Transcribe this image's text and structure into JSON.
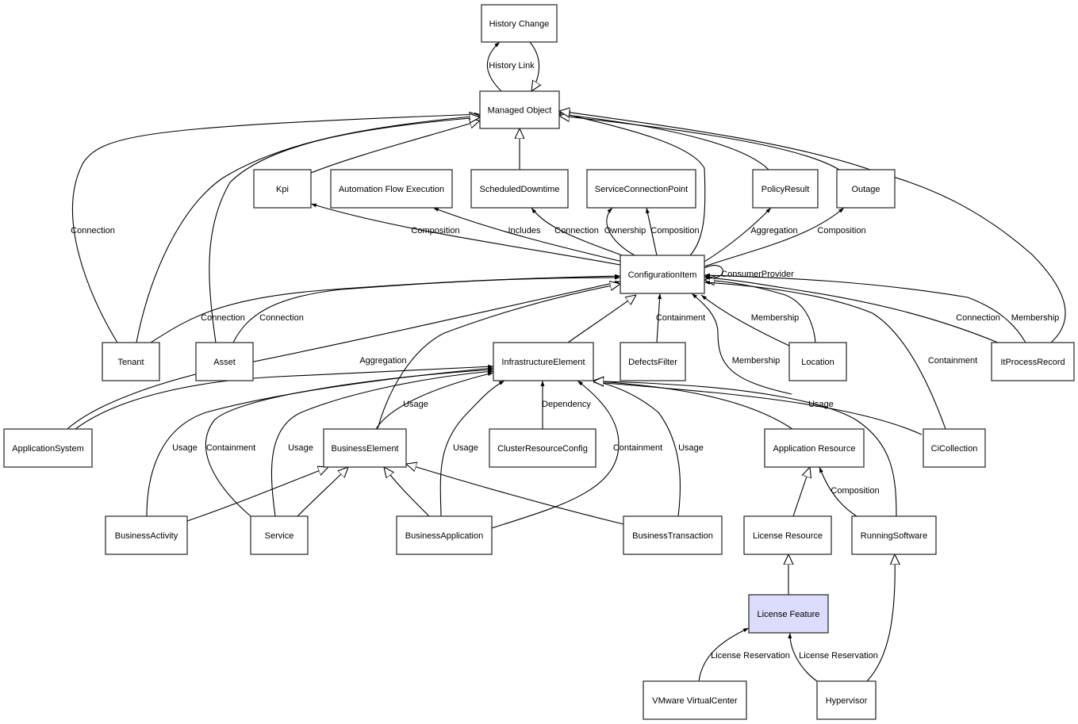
{
  "diagram": {
    "title": "Class relationship diagram",
    "highlight_fill": "#dcdcfc",
    "nodes": [
      {
        "id": "history_change",
        "label": "History Change"
      },
      {
        "id": "managed_object",
        "label": "Managed Object"
      },
      {
        "id": "kpi",
        "label": "Kpi"
      },
      {
        "id": "automation_flow_execution",
        "label": "Automation Flow Execution"
      },
      {
        "id": "scheduled_downtime",
        "label": "ScheduledDowntime"
      },
      {
        "id": "service_connection_point",
        "label": "ServiceConnectionPoint"
      },
      {
        "id": "policy_result",
        "label": "PolicyResult"
      },
      {
        "id": "outage",
        "label": "Outage"
      },
      {
        "id": "configuration_item",
        "label": "ConfigurationItem"
      },
      {
        "id": "tenant",
        "label": "Tenant"
      },
      {
        "id": "asset",
        "label": "Asset"
      },
      {
        "id": "infrastructure_element",
        "label": "InfrastructureElement"
      },
      {
        "id": "defects_filter",
        "label": "DefectsFilter"
      },
      {
        "id": "location",
        "label": "Location"
      },
      {
        "id": "it_process_record",
        "label": "ItProcessRecord"
      },
      {
        "id": "application_system",
        "label": "ApplicationSystem"
      },
      {
        "id": "business_element",
        "label": "BusinessElement"
      },
      {
        "id": "cluster_resource_config",
        "label": "ClusterResourceConfig"
      },
      {
        "id": "application_resource",
        "label": "Application Resource"
      },
      {
        "id": "ci_collection",
        "label": "CiCollection"
      },
      {
        "id": "business_activity",
        "label": "BusinessActivity"
      },
      {
        "id": "service",
        "label": "Service"
      },
      {
        "id": "business_application",
        "label": "BusinessApplication"
      },
      {
        "id": "business_transaction",
        "label": "BusinessTransaction"
      },
      {
        "id": "license_resource",
        "label": "License Resource"
      },
      {
        "id": "running_software",
        "label": "RunningSoftware"
      },
      {
        "id": "license_feature",
        "label": "License Feature",
        "highlighted": true
      },
      {
        "id": "vmware_virtualcenter",
        "label": "VMware VirtualCenter"
      },
      {
        "id": "hypervisor",
        "label": "Hypervisor"
      }
    ],
    "edges": [
      {
        "from": "managed_object",
        "to": "history_change",
        "type": "association",
        "label": "History Link"
      },
      {
        "from": "history_change",
        "to": "managed_object",
        "type": "inheritance",
        "label": ""
      },
      {
        "from": "scheduled_downtime",
        "to": "managed_object",
        "type": "inheritance",
        "label": ""
      },
      {
        "from": "kpi",
        "to": "managed_object",
        "type": "inheritance",
        "label": ""
      },
      {
        "from": "tenant",
        "to": "managed_object",
        "type": "association",
        "label": "Connection"
      },
      {
        "from": "tenant",
        "to": "managed_object",
        "type": "inheritance",
        "label": ""
      },
      {
        "from": "asset",
        "to": "managed_object",
        "type": "inheritance",
        "label": ""
      },
      {
        "from": "configuration_item",
        "to": "managed_object",
        "type": "inheritance",
        "label": ""
      },
      {
        "from": "policy_result",
        "to": "managed_object",
        "type": "inheritance",
        "label": ""
      },
      {
        "from": "outage",
        "to": "managed_object",
        "type": "inheritance",
        "label": ""
      },
      {
        "from": "it_process_record",
        "to": "managed_object",
        "type": "inheritance",
        "label": ""
      },
      {
        "from": "configuration_item",
        "to": "kpi",
        "type": "association",
        "label": "Composition"
      },
      {
        "from": "configuration_item",
        "to": "automation_flow_execution",
        "type": "association",
        "label": "Includes"
      },
      {
        "from": "configuration_item",
        "to": "scheduled_downtime",
        "type": "association",
        "label": "Connection"
      },
      {
        "from": "configuration_item",
        "to": "service_connection_point",
        "type": "association",
        "label": "Ownership"
      },
      {
        "from": "configuration_item",
        "to": "service_connection_point",
        "type": "association",
        "label": "Composition"
      },
      {
        "from": "configuration_item",
        "to": "policy_result",
        "type": "association",
        "label": "Aggregation"
      },
      {
        "from": "configuration_item",
        "to": "outage",
        "type": "association",
        "label": "Composition"
      },
      {
        "from": "configuration_item",
        "to": "configuration_item",
        "type": "association",
        "label": "ConsumerProvider"
      },
      {
        "from": "tenant",
        "to": "configuration_item",
        "type": "association",
        "label": "Connection"
      },
      {
        "from": "asset",
        "to": "configuration_item",
        "type": "association",
        "label": "Connection"
      },
      {
        "from": "application_system",
        "to": "configuration_item",
        "type": "association",
        "label": "Aggregation"
      },
      {
        "from": "business_element",
        "to": "configuration_item",
        "type": "inheritance",
        "label": ""
      },
      {
        "from": "infrastructure_element",
        "to": "configuration_item",
        "type": "inheritance",
        "label": ""
      },
      {
        "from": "defects_filter",
        "to": "configuration_item",
        "type": "association",
        "label": "Containment"
      },
      {
        "from": "ci_collection",
        "to": "configuration_item",
        "type": "association",
        "label": "Membership"
      },
      {
        "from": "location",
        "to": "configuration_item",
        "type": "association",
        "label": "Membership"
      },
      {
        "from": "location",
        "to": "configuration_item",
        "type": "inheritance",
        "label": ""
      },
      {
        "from": "ci_collection",
        "to": "configuration_item",
        "type": "association",
        "label": "Containment"
      },
      {
        "from": "it_process_record",
        "to": "configuration_item",
        "type": "association",
        "label": "Connection"
      },
      {
        "from": "it_process_record",
        "to": "configuration_item",
        "type": "association",
        "label": "Membership"
      },
      {
        "from": "application_system",
        "to": "infrastructure_element",
        "type": "association",
        "label": ""
      },
      {
        "from": "business_activity",
        "to": "infrastructure_element",
        "type": "association",
        "label": "Usage"
      },
      {
        "from": "service",
        "to": "infrastructure_element",
        "type": "association",
        "label": "Containment"
      },
      {
        "from": "service",
        "to": "infrastructure_element",
        "type": "association",
        "label": "Usage"
      },
      {
        "from": "business_element",
        "to": "infrastructure_element",
        "type": "association",
        "label": "Usage"
      },
      {
        "from": "business_application",
        "to": "infrastructure_element",
        "type": "association",
        "label": "Usage"
      },
      {
        "from": "cluster_resource_config",
        "to": "infrastructure_element",
        "type": "association",
        "label": "Dependency"
      },
      {
        "from": "business_application",
        "to": "infrastructure_element",
        "type": "association",
        "label": "Containment"
      },
      {
        "from": "business_transaction",
        "to": "infrastructure_element",
        "type": "association",
        "label": "Usage"
      },
      {
        "from": "application_resource",
        "to": "infrastructure_element",
        "type": "inheritance",
        "label": ""
      },
      {
        "from": "ci_collection",
        "to": "infrastructure_element",
        "type": "association",
        "label": "Usage"
      },
      {
        "from": "running_software",
        "to": "infrastructure_element",
        "type": "inheritance",
        "label": ""
      },
      {
        "from": "business_activity",
        "to": "business_element",
        "type": "inheritance",
        "label": ""
      },
      {
        "from": "service",
        "to": "business_element",
        "type": "inheritance",
        "label": ""
      },
      {
        "from": "business_application",
        "to": "business_element",
        "type": "inheritance",
        "label": ""
      },
      {
        "from": "business_transaction",
        "to": "business_element",
        "type": "inheritance",
        "label": ""
      },
      {
        "from": "license_resource",
        "to": "application_resource",
        "type": "inheritance",
        "label": ""
      },
      {
        "from": "running_software",
        "to": "application_resource",
        "type": "association",
        "label": "Composition"
      },
      {
        "from": "license_feature",
        "to": "license_resource",
        "type": "inheritance",
        "label": ""
      },
      {
        "from": "hypervisor",
        "to": "running_software",
        "type": "inheritance",
        "label": ""
      },
      {
        "from": "vmware_virtualcenter",
        "to": "license_feature",
        "type": "association",
        "label": "License Reservation"
      },
      {
        "from": "hypervisor",
        "to": "license_feature",
        "type": "association",
        "label": "License Reservation"
      }
    ]
  }
}
